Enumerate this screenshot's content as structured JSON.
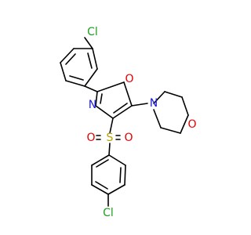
{
  "colors": {
    "background": "#ffffff",
    "bond": "#000000",
    "chlorine": "#1fa01f",
    "oxygen": "#e00000",
    "nitrogen": "#2020d0",
    "sulfur": "#b8a000"
  },
  "labels": {
    "cl_top": "Cl",
    "cl_bottom": "Cl",
    "o_oxazole": "O",
    "n_oxazole": "N",
    "n_morpholine": "N",
    "o_morpholine": "O",
    "s_sulfonyl": "S",
    "o_sulfonyl_left": "O",
    "o_sulfonyl_right": "O"
  }
}
